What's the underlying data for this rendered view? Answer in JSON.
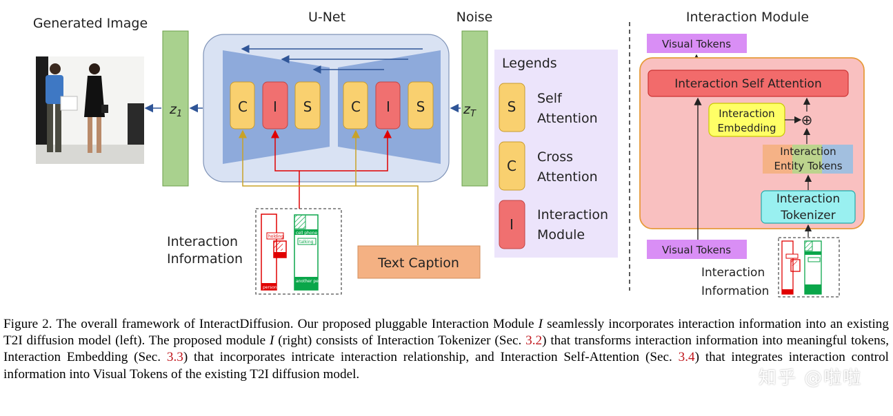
{
  "figure": {
    "left": {
      "generated_image_label": "Generated Image",
      "unet_label": "U-Net",
      "noise_label": "Noise",
      "z1_label": "z",
      "z1_sub": "1",
      "zT_label": "z",
      "zT_sub": "T",
      "blocks": [
        "C",
        "I",
        "S",
        "C",
        "I",
        "S"
      ],
      "interaction_information_label": "Interaction Information",
      "text_caption_label": "Text Caption",
      "layout_tags": {
        "holding": "holding",
        "cell_phone": "cell phone",
        "talking": "talking",
        "person": "person",
        "another_person": "another person"
      }
    },
    "legend": {
      "title": "Legends",
      "items": [
        {
          "symbol": "S",
          "label_line1": "Self",
          "label_line2": "Attention",
          "color": "#f9d06f"
        },
        {
          "symbol": "C",
          "label_line1": "Cross",
          "label_line2": "Attention",
          "color": "#f9d06f"
        },
        {
          "symbol": "I",
          "label_line1": "Interaction",
          "label_line2": "Module",
          "color": "#f07070"
        }
      ]
    },
    "right": {
      "title": "Interaction Module",
      "visual_tokens_top": "Visual Tokens",
      "visual_tokens_bottom": "Visual Tokens",
      "self_attention": "Interaction Self Attention",
      "embedding_line1": "Interaction",
      "embedding_line2": "Embedding",
      "entity_tokens_line1": "Interaction",
      "entity_tokens_line2": "Entity Tokens",
      "tokenizer_line1": "Interaction",
      "tokenizer_line2": "Tokenizer",
      "interaction_information_label": "Interaction Information",
      "plus_symbol": "⊕"
    },
    "colors": {
      "unet_bg": "#d9e2f3",
      "unet_trapezoid": "#8eaadb",
      "latent_green": "#a9d18e",
      "legend_bg": "#ece4fb",
      "module_bg": "#f9c0c0",
      "module_border": "#e69a3a",
      "attention_red": "#f26b6b",
      "embedding_yellow": "#ffff66",
      "tokenizer_cyan": "#99f0f0",
      "visual_tokens_purple": "#d98ef5",
      "text_caption_orange": "#f4b183",
      "red_line": "#e00000",
      "gold_line": "#c9a227",
      "green_box": "#0aa64a"
    }
  },
  "caption": {
    "prefix": "Figure 2. The overall framework of InteractDiffusion. Our proposed pluggable Interaction Module ",
    "var1": "I",
    "part2": " seamlessly incorporates interaction information into an existing T2I diffusion model (left). The proposed module ",
    "var2": "I",
    "part3": " (right) consists of Interaction Tokenizer (Sec. ",
    "ref1": "3.2",
    "part4": ") that transforms interaction information into meaningful tokens, Interaction Embedding (Sec. ",
    "ref2": "3.3",
    "part5": ") that incorporates intricate interaction relationship, and Interaction Self-Attention (Sec. ",
    "ref3": "3.4",
    "part6": ") that integrates interaction control information into Visual Tokens of the existing T2I diffusion model."
  },
  "watermark": "知乎 @啦啦"
}
